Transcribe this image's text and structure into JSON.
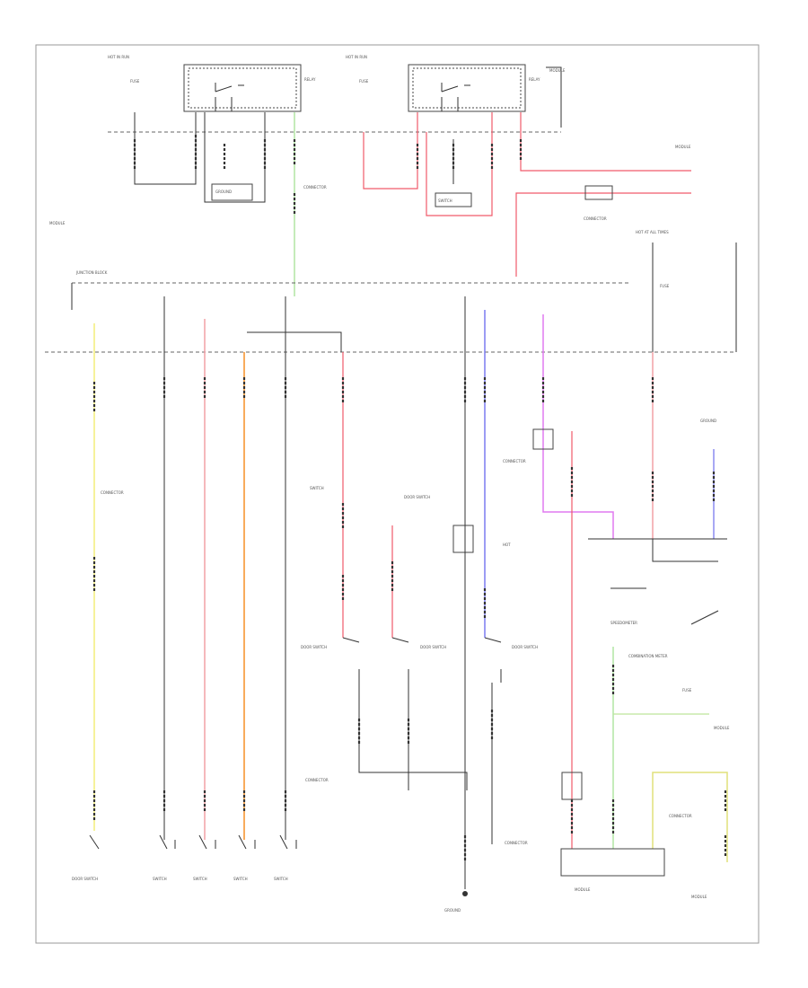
{
  "page": {
    "footer_mark": ""
  },
  "colors": {
    "background": "#ffffff",
    "wire_black": "#333333",
    "wire_red": "#f05a6a",
    "wire_pink": "#f2a0a6",
    "wire_yellow": "#f4ee7a",
    "wire_orange": "#f7a24a",
    "wire_green": "#9ee08c",
    "wire_blue": "#7b7bf0",
    "wire_violet": "#e07af0",
    "wire_lightgreen": "#bde59a",
    "wire_khaki": "#e0e07a"
  },
  "labels": {
    "hot_in_run": "HOT IN RUN",
    "hot_at_all_times": "HOT AT ALL TIMES",
    "fuse": "FUSE",
    "relay": "RELAY",
    "junction_block": "JUNCTION BLOCK",
    "ground": "GROUND",
    "switch": "SWITCH",
    "door_switch": "DOOR SWITCH",
    "combination_meter": "COMBINATION METER",
    "speedometer": "SPEEDOMETER",
    "module": "MODULE",
    "connector": "CONNECTOR"
  }
}
